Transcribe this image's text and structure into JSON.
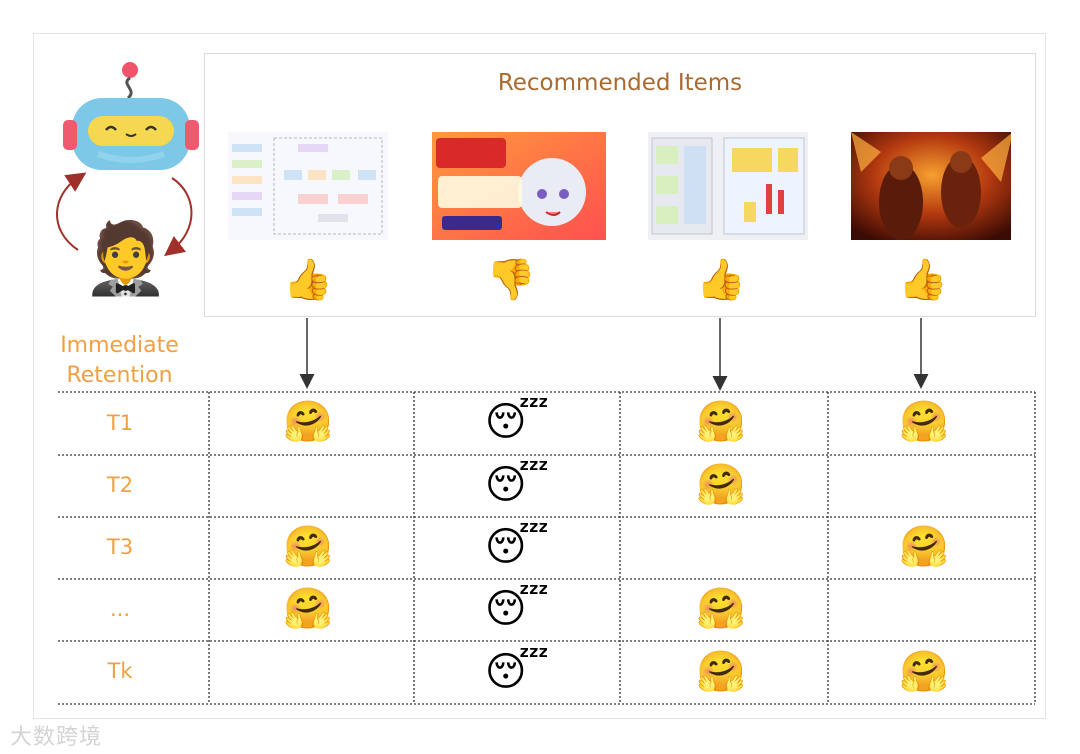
{
  "panel": {
    "title": "Recommended Items"
  },
  "items": [
    {
      "name": "architecture-diagram",
      "feedback": "👍",
      "feedback_icon": "thumbs-up-icon"
    },
    {
      "name": "ai-sticker-banner",
      "feedback": "👎",
      "feedback_icon": "thumbs-down-icon"
    },
    {
      "name": "data-pipeline-diagram",
      "feedback": "👍",
      "feedback_icon": "thumbs-up-icon"
    },
    {
      "name": "fire-movie-poster",
      "feedback": "👍",
      "feedback_icon": "thumbs-up-icon"
    }
  ],
  "agent": {
    "robot_icon": "robot-icon",
    "user_emoji": "🤵"
  },
  "retention": {
    "label": "Immediate Retention",
    "label_line1": "Immediate",
    "label_line2": "Retention",
    "rows": [
      {
        "label": "T1",
        "cells": [
          "🤗",
          "😴",
          "🤗",
          "🤗"
        ]
      },
      {
        "label": "T2",
        "cells": [
          "",
          "😴",
          "🤗",
          ""
        ]
      },
      {
        "label": "T3",
        "cells": [
          "🤗",
          "😴",
          "",
          "🤗"
        ]
      },
      {
        "label": "...",
        "cells": [
          "🤗",
          "😴",
          "🤗",
          ""
        ]
      },
      {
        "label": "Tk",
        "cells": [
          "",
          "😴",
          "🤗",
          "🤗"
        ]
      }
    ]
  },
  "watermark": "大数跨境",
  "colors": {
    "title": "#a86a2e",
    "retention_label": "#f0a040",
    "cycle_arrow": "#a0302a"
  }
}
